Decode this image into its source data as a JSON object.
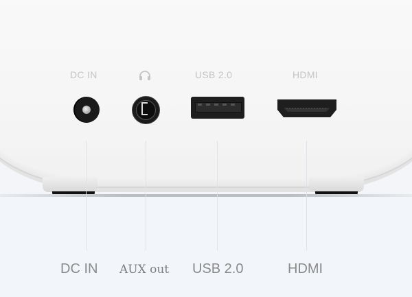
{
  "device": {
    "color_body": "#f7f7f7",
    "color_ports": "#1a1a1a"
  },
  "ports": [
    {
      "id": "dc-in",
      "top_label": "DC IN",
      "bottom_label": "DC IN"
    },
    {
      "id": "aux",
      "top_icon": "headphone-icon",
      "bottom_label": "AUX out"
    },
    {
      "id": "usb",
      "top_label": "USB 2.0",
      "bottom_label": "USB 2.0"
    },
    {
      "id": "hdmi",
      "top_label": "HDMI",
      "bottom_label": "HDMI"
    }
  ]
}
